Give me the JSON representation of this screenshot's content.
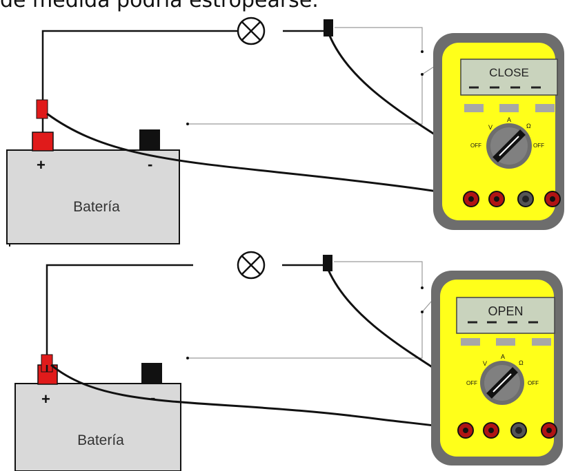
{
  "heading": "de medida podría estropearse.",
  "circuits": [
    {
      "battery_label": "Batería",
      "positive_sign": "+",
      "negative_sign": "-",
      "display_text": "CLOSE",
      "dial_labels": {
        "v": "V",
        "a": "A",
        "ohm": "Ω",
        "off_left": "OFF",
        "off_right": "OFF"
      },
      "switch_state": "closed"
    },
    {
      "battery_label": "Batería",
      "positive_sign": "+",
      "negative_sign": "-",
      "display_text": "OPEN",
      "dial_labels": {
        "v": "V",
        "a": "A",
        "ohm": "Ω",
        "off_left": "OFF",
        "off_right": "OFF"
      },
      "switch_state": "open"
    }
  ],
  "colors": {
    "battery_body": "#d9d9d9",
    "positive_terminal": "#e01b1b",
    "negative_terminal": "#111111",
    "meter_body": "#ffff1a",
    "meter_frame": "#6d6d6d",
    "display_bg": "#c9d3bd",
    "wire": "#111111",
    "switch_line": "#9a9a9a"
  }
}
